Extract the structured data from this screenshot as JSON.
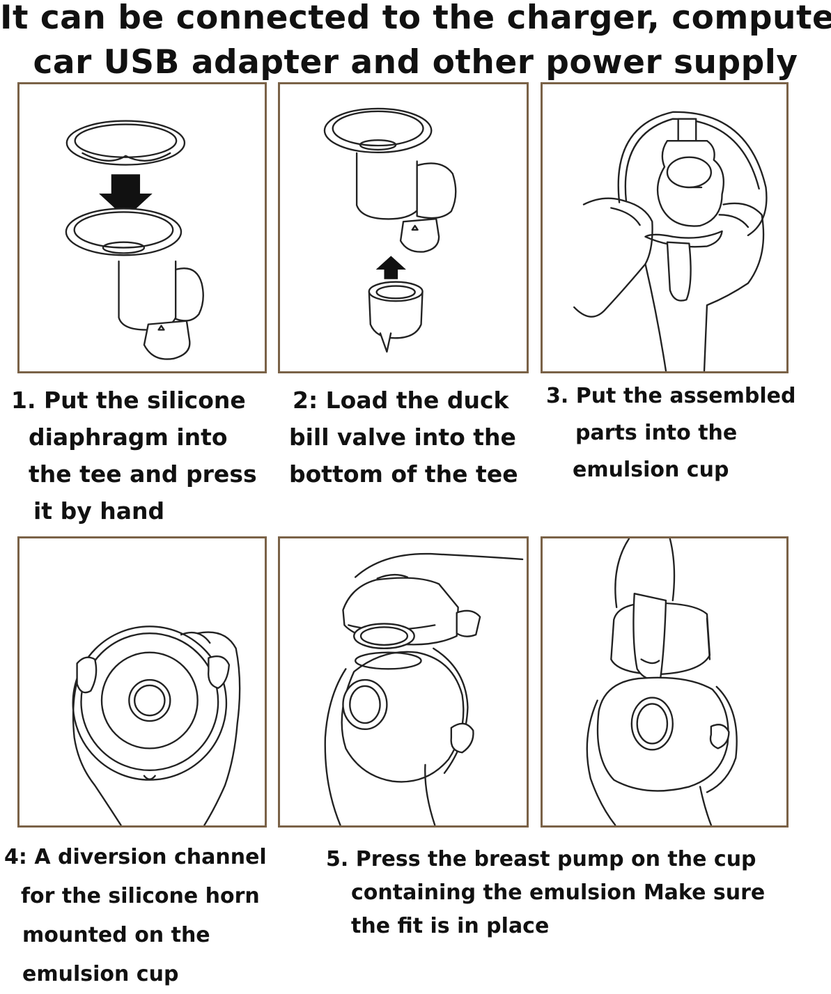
{
  "header": {
    "line1": "It can be connected to the charger, computer,",
    "line2": "car USB adapter and other power supply"
  },
  "steps": [
    {
      "lines": [
        "1. Put the silicone",
        "diaphragm into",
        "the tee and press",
        "it by hand"
      ]
    },
    {
      "lines": [
        "2: Load the duck",
        "bill valve into the",
        "bottom of the tee"
      ]
    },
    {
      "lines": [
        "3. Put the assembled",
        "parts into the",
        "emulsion cup"
      ]
    },
    {
      "lines": [
        "4: A diversion channel",
        "for the silicone horn",
        "mounted on the",
        "emulsion cup"
      ]
    },
    {
      "lines": [
        "5. Press the breast pump on the cup",
        "containing the emulsion Make sure",
        "the fit is in place"
      ]
    }
  ],
  "icons": {
    "p1": "diaphragm-into-tee-illustration",
    "p2": "duckbill-valve-illustration",
    "p3": "assembled-parts-into-cup-illustration",
    "p4": "hands-holding-horn-illustration",
    "p5": "hands-pressing-pump-illustration",
    "p6": "pump-fitted-on-cup-illustration"
  },
  "colors": {
    "frame": "#7a6247",
    "ink": "#222222"
  }
}
